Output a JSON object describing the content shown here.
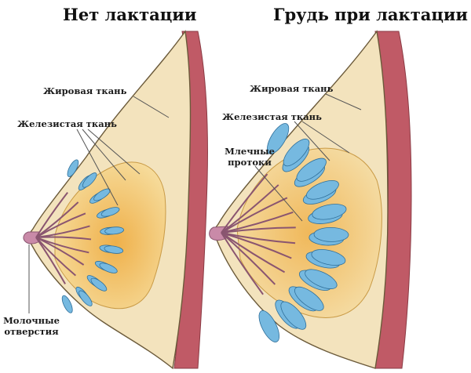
{
  "titles": {
    "left": "Нет лактации",
    "right": "Грудь при лактации"
  },
  "labels": {
    "left_fat": "Жировая ткань",
    "left_gland": "Железистая ткань",
    "left_openings_1": "Молочные",
    "left_openings_2": "отверстия",
    "right_fat": "Жировая ткань",
    "right_gland": "Железистая ткань",
    "right_ducts_1": "Млечные",
    "right_ducts_2": "протоки"
  },
  "colors": {
    "fat": "#f3e3bd",
    "gland_area": "#f1c56a",
    "lobule": "#76b9e0",
    "lobule_stroke": "#2f6f9a",
    "muscle": "#c05a66",
    "skin_line": "#7a6a4a",
    "nipple": "#c98aa8"
  }
}
